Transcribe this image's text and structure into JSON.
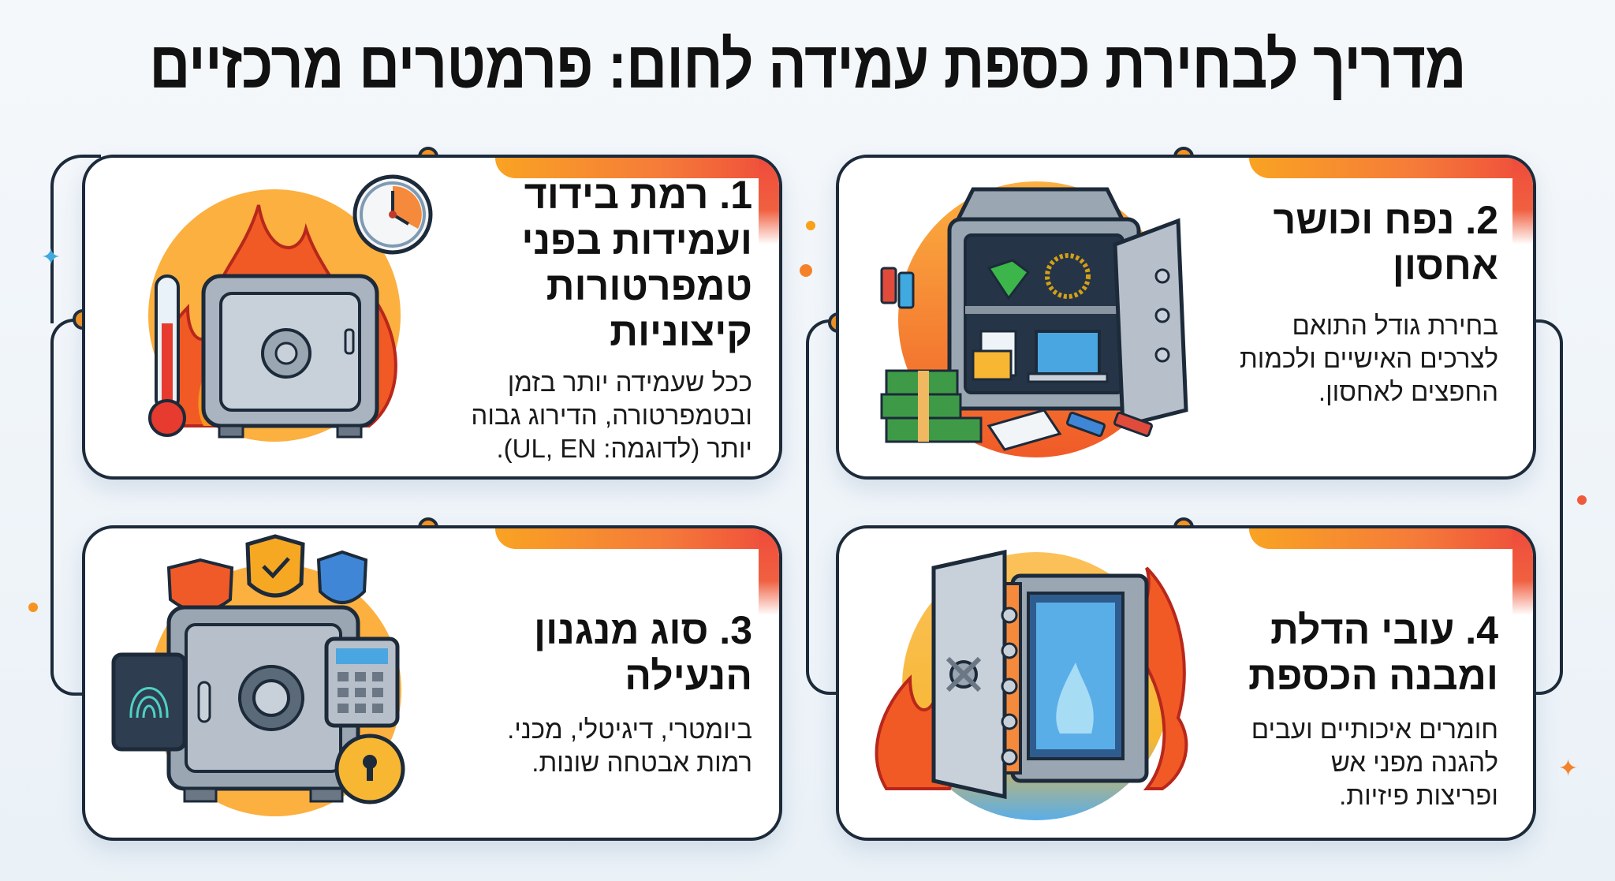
{
  "header": {
    "title": "מדריך לבחירת כספת עמידה לחום: פרמטרים מרכזיים"
  },
  "cards": [
    {
      "number": "1.",
      "title": "1. רמת בידוד ועמידות בפני טמפרטורות קיצוניות",
      "title_lines": [
        "1. רמת בידוד",
        "ועמידות בפני",
        "טמפרטורות קיצוניות"
      ],
      "description_lines": [
        "ככל שעמידה יותר בזמן",
        "ובטמפרטורה, הדירוג גבוה",
        "יותר (לדוגמה: UL, EN)."
      ],
      "icon": "fire-safe-thermometer-clock-icon"
    },
    {
      "number": "2.",
      "title": "2. נפח וכושר אחסון",
      "title_lines": [
        "2. נפח וכושר",
        "אחסון"
      ],
      "description_lines": [
        "בחירת גודל התואם",
        "לצרכים האישיים ולכמות",
        "החפצים לאחסון."
      ],
      "icon": "open-safe-valuables-icon"
    },
    {
      "number": "3.",
      "title": "3. סוג מנגנון הנעילה",
      "title_lines": [
        "3. סוג מנגנון",
        "הנעילה"
      ],
      "description_lines": [
        "ביומטרי, דיגיטלי, מכני.",
        "רמות אבטחה שונות."
      ],
      "icon": "safe-lock-mechanisms-icon"
    },
    {
      "number": "4.",
      "title": "4. עובי הדלת ומבנה הכספת",
      "title_lines": [
        "4. עובי הדלת",
        "ומבנה הכספת"
      ],
      "description_lines": [
        "חומרים איכותיים ועבים",
        "להגנה מפני אש",
        "ופריצות פיזיות."
      ],
      "icon": "thick-door-safe-fire-icon"
    }
  ],
  "colors": {
    "outline": "#1c2a3a",
    "accent_orange": "#f7931e",
    "accent_red": "#ef4b3b",
    "background": "#eef3f8",
    "card": "#ffffff"
  }
}
